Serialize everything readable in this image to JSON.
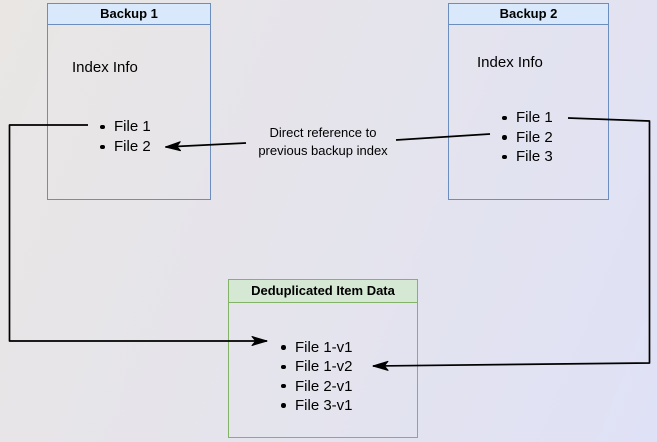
{
  "diagram": {
    "background": {
      "gradient_start": "#e9e6e4",
      "gradient_end": "#dfe1f6"
    },
    "colors": {
      "blue_fill": "#dae8fc",
      "blue_border": "#6c8ebf",
      "green_fill": "#d5e8d4",
      "green_border": "#82b366",
      "connector": "#000000"
    },
    "backup1": {
      "title": "Backup 1",
      "subtitle": "Index Info",
      "items": [
        "File 1",
        "File 2"
      ]
    },
    "backup2": {
      "title": "Backup 2",
      "subtitle": "Index Info",
      "items": [
        "File 1",
        "File 2",
        "File 3"
      ]
    },
    "dedup": {
      "title": "Deduplicated Item Data",
      "items": [
        "File 1-v1",
        "File 1-v2",
        "File 2-v1",
        "File 3-v1"
      ]
    },
    "annotation": {
      "line1": "Direct reference to",
      "line2": "previous backup index"
    }
  }
}
